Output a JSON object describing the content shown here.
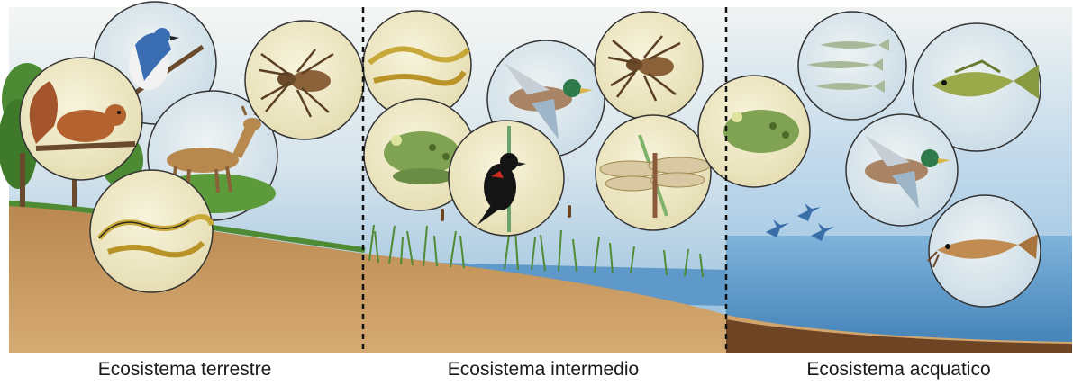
{
  "captions": {
    "terrestrial": "Ecosistema terrestre",
    "intermediate": "Ecosistema intermedio",
    "aquatic": "Ecosistema acquatico"
  },
  "colors": {
    "sky_top": "#eef3f6",
    "sky_bottom": "#9cc3df",
    "soil": "#c89a62",
    "soil_dark": "#6e4524",
    "water": "#5f99c9",
    "grass": "#5f9a3c",
    "circle_fill": "#f3efcf",
    "divider": "#111111"
  },
  "animals": {
    "terrestrial": [
      "jay-icon",
      "squirrel-icon",
      "deer-icon",
      "spider-icon",
      "snake-icon"
    ],
    "intermediate": [
      "snake-icon",
      "duck-icon",
      "spider-icon",
      "frog-icon",
      "blackbird-icon",
      "dragonfly-icon"
    ],
    "aquatic": [
      "minnows-icon",
      "bass-icon",
      "frog-icon",
      "duck-icon",
      "catfish-icon",
      "flying-ducks-icon"
    ]
  }
}
